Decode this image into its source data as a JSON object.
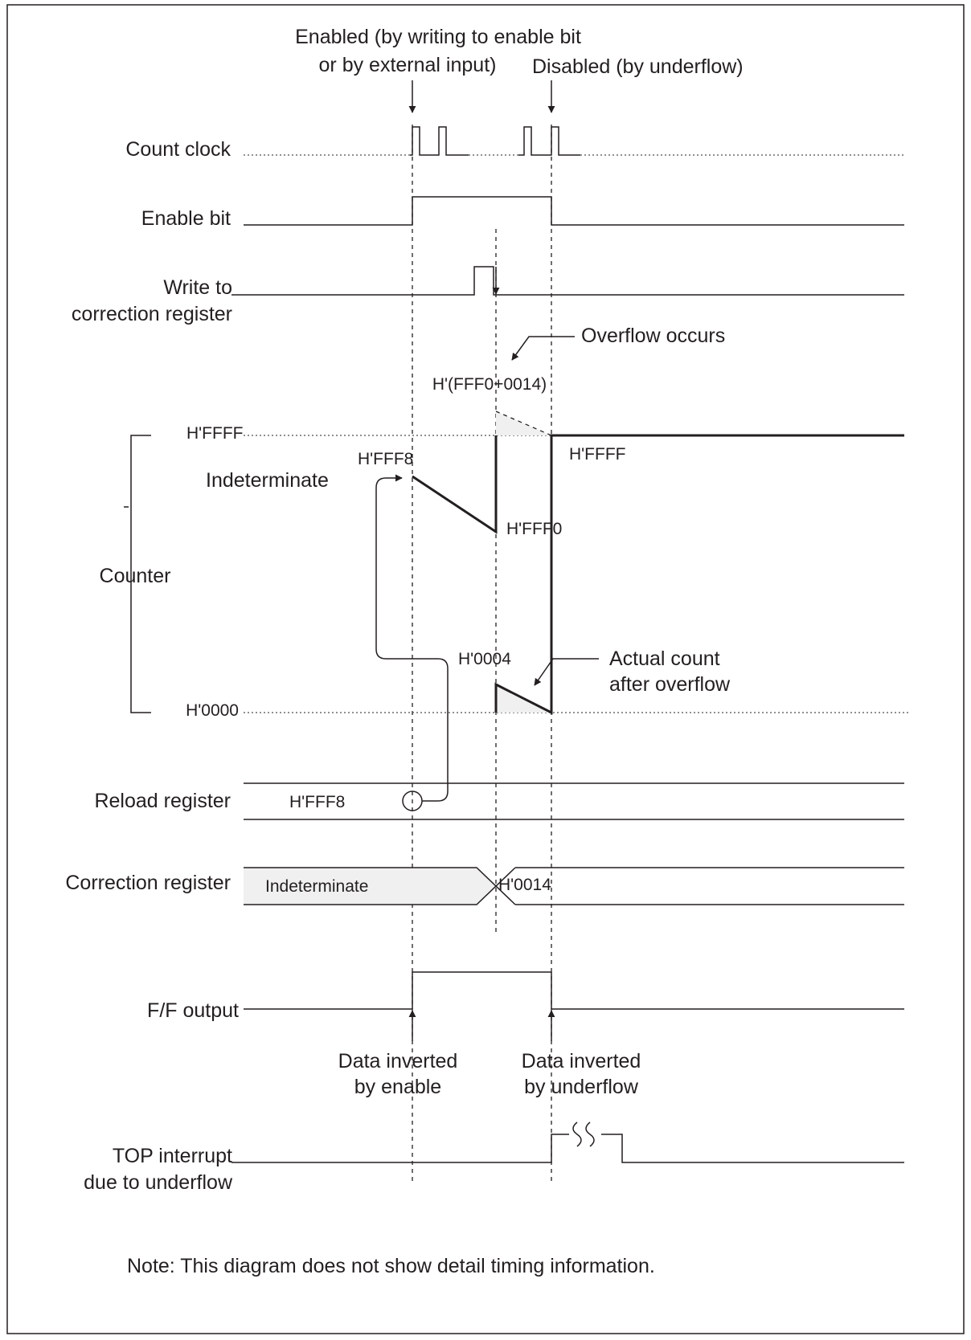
{
  "annotations": {
    "enabled_line1": "Enabled (by writing to enable bit",
    "enabled_line2": "or by external input)",
    "disabled": "Disabled (by underflow)",
    "overflow_occurs": "Overflow occurs",
    "overflow_value": "H'(FFF0+0014)",
    "actual_count_line1": "Actual count",
    "actual_count_line2": "after overflow",
    "data_inv_enable_line1": "Data inverted",
    "data_inv_enable_line2": "by enable",
    "data_inv_underflow_line1": "Data inverted",
    "data_inv_underflow_line2": "by underflow"
  },
  "signals": {
    "count_clock": "Count clock",
    "enable_bit": "Enable bit",
    "write_corr_line1": "Write to",
    "write_corr_line2": "correction register",
    "counter": "Counter",
    "reload_register": "Reload register",
    "correction_register": "Correction register",
    "ff_output": "F/F output",
    "top_int_line1": "TOP interrupt",
    "top_int_line2": "due to underflow"
  },
  "counter_values": {
    "max": "H'FFFF",
    "min": "H'0000",
    "start": "H'FFF8",
    "before_write": "H'FFF0",
    "after_overflow": "H'0004",
    "after_underflow": "H'FFFF",
    "indeterminate": "Indeterminate"
  },
  "register_values": {
    "reload": "H'FFF8",
    "correction_old": "Indeterminate",
    "correction_new": "H'0014"
  },
  "note": "Note: This diagram does not show detail timing information."
}
